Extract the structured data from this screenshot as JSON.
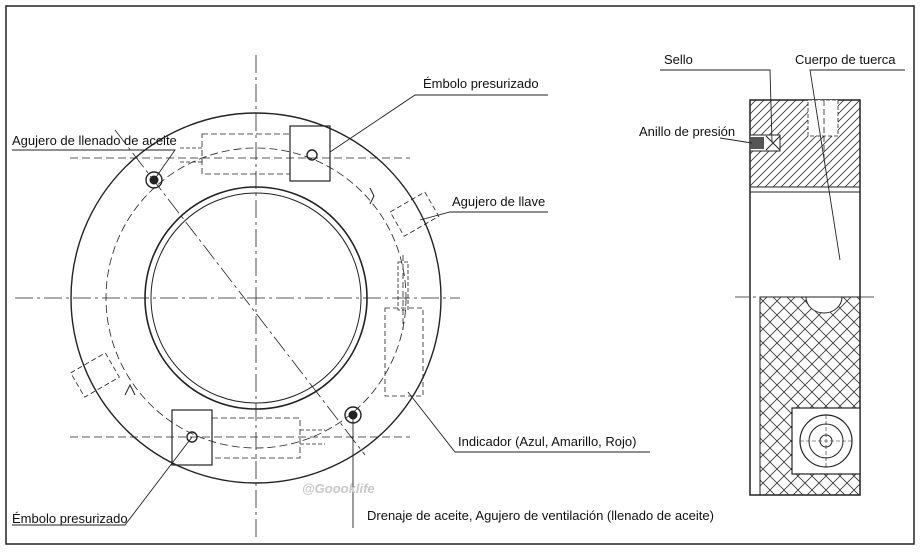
{
  "labels": {
    "piston_top": "Émbolo presurizado",
    "oil_fill_hole": "Agujero de llenado de aceite",
    "key_hole": "Agujero de llave",
    "indicator": "Indicador (Azul, Amarillo, Rojo)",
    "piston_bottom": "Émbolo presurizado",
    "drain_vent": "Drenaje de aceite, Agujero de ventilación (llenado de aceite)",
    "seal": "Sello",
    "nut_body": "Cuerpo de tuerca",
    "pressure_ring": "Anillo de presión"
  },
  "watermark": "@Goooklife"
}
